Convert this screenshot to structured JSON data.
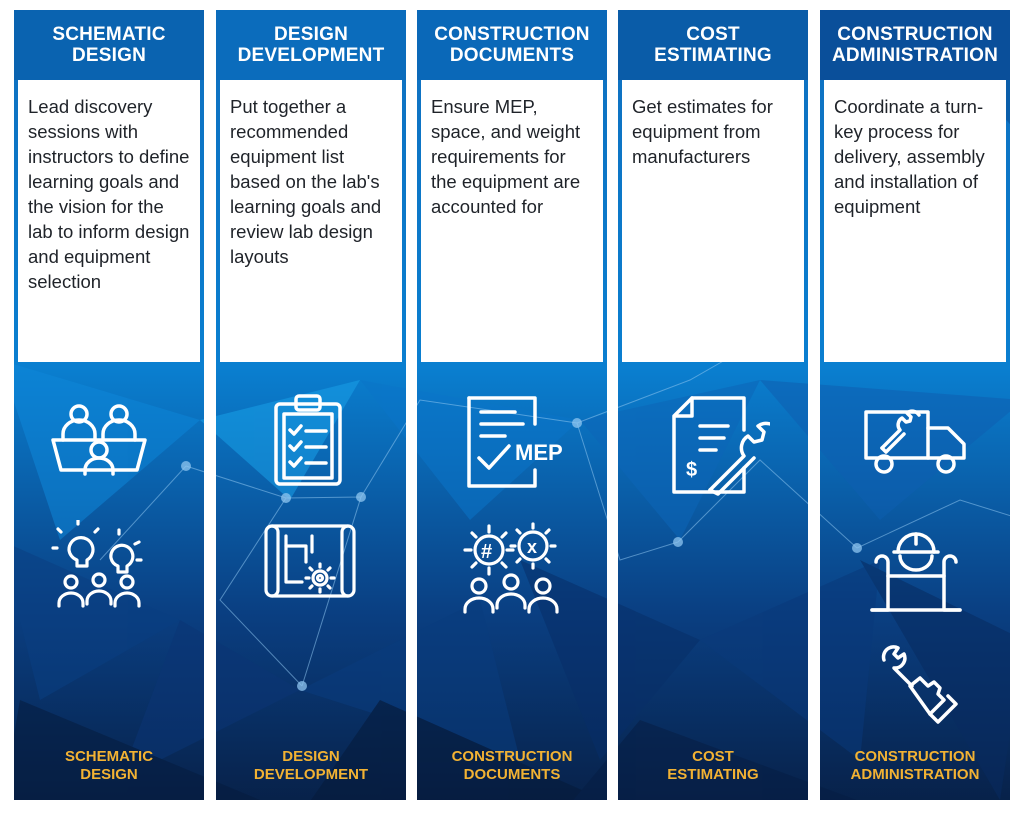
{
  "colors": {
    "accent": "#f2b233",
    "header_blue": "#0b5fa8",
    "panel_top": "#0a7fd0",
    "panel_bottom": "#071f45",
    "text": "#1f2329",
    "white": "#ffffff"
  },
  "columns": [
    {
      "id": "schematic-design",
      "title_lines": [
        "SCHEMATIC",
        "DESIGN"
      ],
      "description": "Lead discovery sessions with instructors to define learning goals and the vision for the lab to inform design and equipment selection",
      "footer_lines": [
        "SCHEMATIC",
        "DESIGN"
      ],
      "icons": [
        "meeting-group-icon",
        "brainstorm-ideas-icon"
      ]
    },
    {
      "id": "design-development",
      "title_lines": [
        "DESIGN",
        "DEVELOPMENT"
      ],
      "description": "Put together a recommended equipment list based on the lab's learning goals and review lab design layouts",
      "footer_lines": [
        "DESIGN",
        "DEVELOPMENT"
      ],
      "icons": [
        "checklist-clipboard-icon",
        "blueprint-gear-icon"
      ]
    },
    {
      "id": "construction-documents",
      "title_lines": [
        "CONSTRUCTION",
        "DOCUMENTS"
      ],
      "description": "Ensure MEP, space, and weight requirements for the equipment are accounted for",
      "footer_lines": [
        "CONSTRUCTION",
        "DOCUMENTS"
      ],
      "icons": [
        "mep-document-icon",
        "team-gears-icon"
      ],
      "icon_text": {
        "mep": "MEP",
        "hash": "#",
        "x": "x"
      }
    },
    {
      "id": "cost-estimating",
      "title_lines": [
        "COST",
        "ESTIMATING"
      ],
      "description": "Get estimates for equipment from manufacturers",
      "footer_lines": [
        "COST",
        "ESTIMATING"
      ],
      "icons": [
        "estimate-document-wrench-icon"
      ],
      "icon_text": {
        "dollar": "$"
      }
    },
    {
      "id": "construction-administration",
      "title_lines": [
        "CONSTRUCTION",
        "ADMINISTRATION"
      ],
      "description": "Coordinate a turn-key process for delivery, assembly and installation of equipment",
      "footer_lines": [
        "CONSTRUCTION",
        "ADMINISTRATION"
      ],
      "icons": [
        "delivery-truck-icon",
        "worker-hardhat-icon",
        "hand-wrench-icon"
      ]
    }
  ]
}
